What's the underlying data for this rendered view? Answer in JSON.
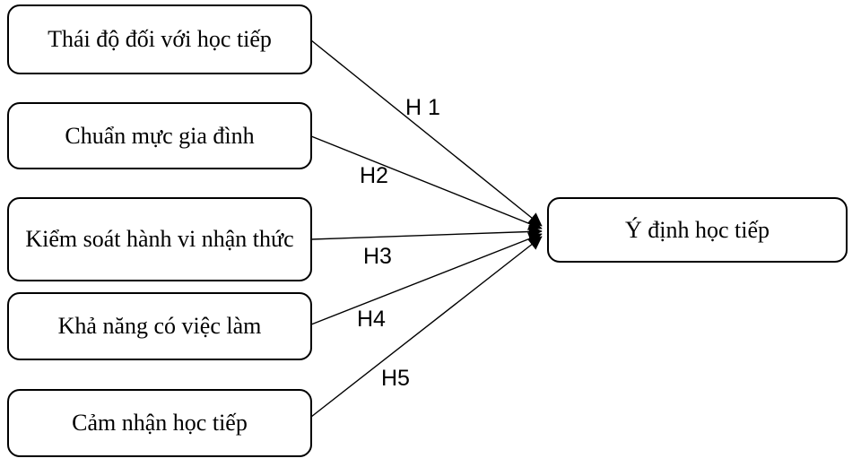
{
  "diagram": {
    "background": "#ffffff",
    "line_color": "#000000",
    "factors": [
      {
        "label": "Thái độ đối với học tiếp"
      },
      {
        "label": "Chuẩn mực gia đình"
      },
      {
        "label": "Kiểm soát hành vi nhận thức"
      },
      {
        "label": "Khả năng có việc làm"
      },
      {
        "label": "Cảm nhận học tiếp"
      }
    ],
    "outcome": {
      "label": "Ý định học tiếp"
    },
    "hypotheses": [
      {
        "label": "H 1"
      },
      {
        "label": "H2"
      },
      {
        "label": "H3"
      },
      {
        "label": "H4"
      },
      {
        "label": "H5"
      }
    ]
  }
}
